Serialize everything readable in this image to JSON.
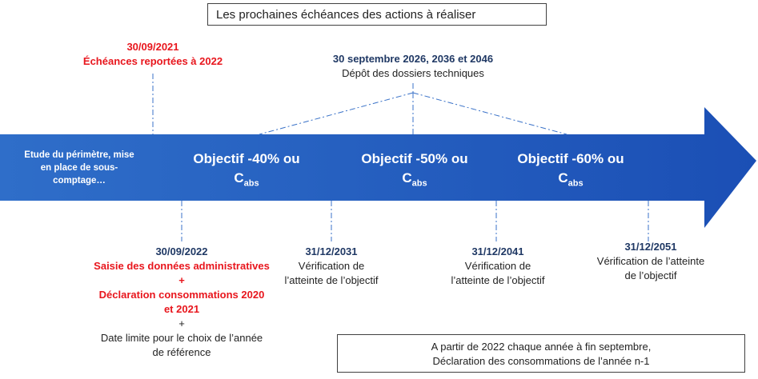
{
  "title": "Les prochaines échéances des actions à réaliser",
  "colors": {
    "arrow_start": "#2f6ec9",
    "arrow_end": "#1b4fb5",
    "date_blue": "#1f3864",
    "red": "#e8161d",
    "dashed_line": "#3a72c8"
  },
  "top_left": {
    "date": "30/09/2021",
    "label": "Échéances reportées à 2022"
  },
  "top_center": {
    "date": "30 septembre 2026, 2036 et 2046",
    "label": "Dépôt des dossiers techniques"
  },
  "arrow": {
    "intro_line1": "Etude du périmètre, mise",
    "intro_line2": "en place de sous-",
    "intro_line3": "comptage…",
    "objectives": [
      {
        "label": "Objectif -40% ou",
        "c": "C",
        "sub": "abs"
      },
      {
        "label": "Objectif -50% ou",
        "c": "C",
        "sub": "abs"
      },
      {
        "label": "Objectif -60% ou",
        "c": "C",
        "sub": "abs"
      }
    ]
  },
  "milestone_2022": {
    "date": "30/09/2022",
    "red1": "Saisie des données administratives",
    "plus1": "+",
    "red2": "Déclaration consommations 2020",
    "red3": "et 2021",
    "plus2": "+",
    "line1": "Date limite pour le choix de l’année",
    "line2": "de référence"
  },
  "milestones": [
    {
      "date": "31/12/2031",
      "line1": "Vérification de",
      "line2": "l’atteinte de l’objectif"
    },
    {
      "date": "31/12/2041",
      "line1": "Vérification de",
      "line2": "l’atteinte de l’objectif"
    },
    {
      "date": "31/12/2051",
      "line1": "Vérification de l’atteinte",
      "line2": "de l’objectif"
    }
  ],
  "bottom_box": {
    "line1": "A partir de 2022 chaque année à fin septembre,",
    "line2": "Déclaration des consommations de l’année n-1"
  }
}
